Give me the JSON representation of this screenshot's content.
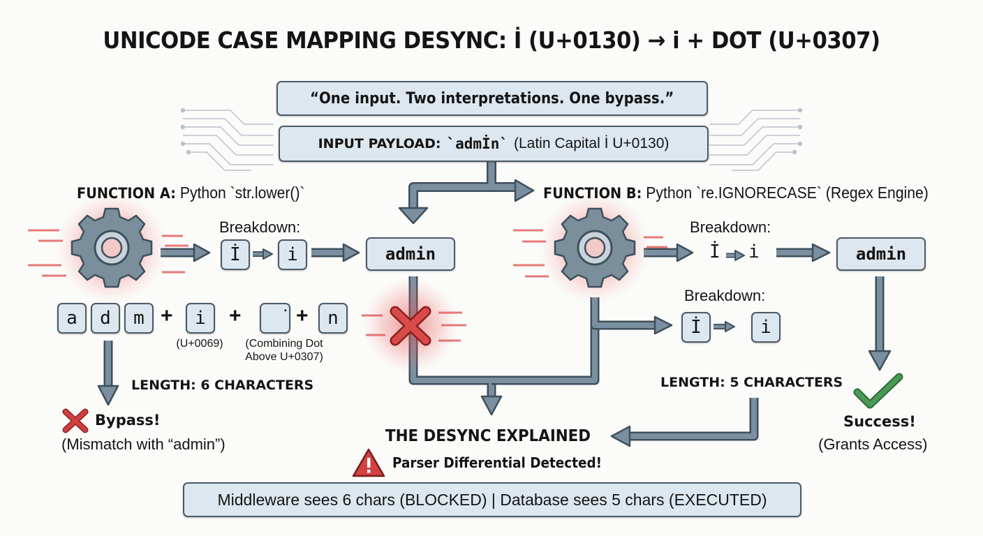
{
  "title": "UNICODE CASE MAPPING DESYNC: İ (U+0130) → i + DOT (U+0307)",
  "tagline": "“One input. Two interpretations. One bypass.”",
  "input_payload": {
    "label": "INPUT PAYLOAD:",
    "code": "`admİn`",
    "note": "(Latin Capital İ U+0130)"
  },
  "function_a": {
    "heading": "FUNCTION A:",
    "name": "Python `str.lower()`",
    "breakdown_label": "Breakdown:",
    "from_char": "İ",
    "to_char": "i",
    "result": "admin",
    "chars": [
      "a",
      "d",
      "m",
      "i",
      "̇",
      "n"
    ],
    "plus": "+",
    "i_note": "(U+0069)",
    "dot_note_1": "(Combining Dot",
    "dot_note_2": "Above U+0307)",
    "length": "LENGTH: 6 CHARACTERS",
    "outcome": "Bypass!",
    "outcome_note": "(Mismatch with “admin”)"
  },
  "function_b": {
    "heading": "FUNCTION B:",
    "name": "Python `re.IGNORECASE` (Regex Engine)",
    "breakdown_label": "Breakdown:",
    "from_char": "İ",
    "to_char": "i",
    "result": "admin",
    "breakdown2_label": "Breakdown:",
    "from_char2": "İ",
    "to_char2": "i",
    "length": "LENGTH: 5 CHARACTERS",
    "outcome": "Success!",
    "outcome_note": "(Grants Access)"
  },
  "desync": {
    "heading": "THE DESYNC EXPLAINED",
    "warning": "Parser Differential Detected!"
  },
  "footer": "Middleware sees 6 chars (BLOCKED) | Database sees 5 chars (EXECUTED)",
  "colors": {
    "box_fill": "#dde7ef",
    "arrow": "#5b7282",
    "danger": "#c73a3a",
    "success": "#3f8a4a"
  }
}
